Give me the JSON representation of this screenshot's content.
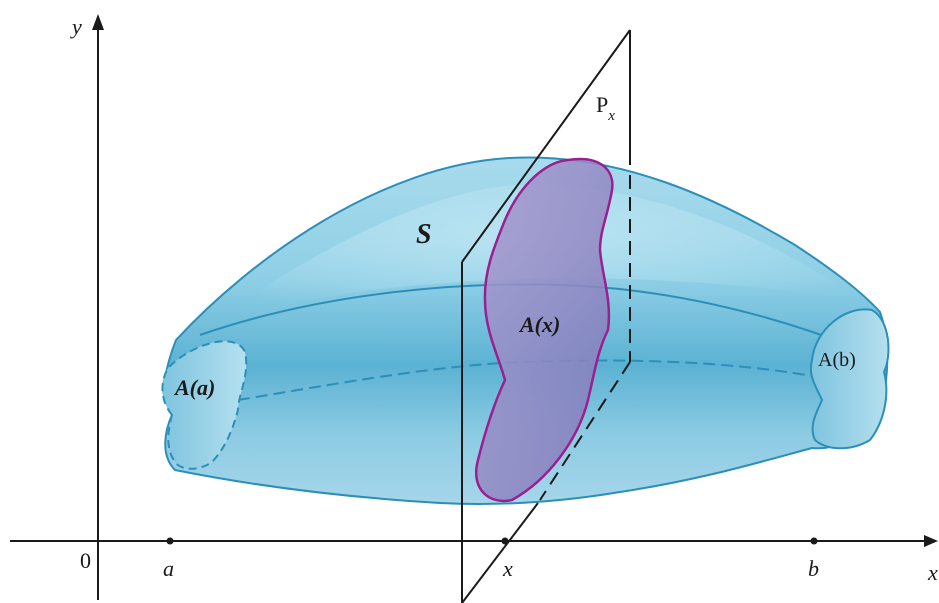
{
  "axes": {
    "y_label": "y",
    "x_label": "x",
    "origin_label": "0"
  },
  "points": {
    "a_label": "a",
    "x_label": "x",
    "b_label": "b"
  },
  "solid": {
    "name": "S"
  },
  "plane": {
    "label_main": "P",
    "label_sub": "x"
  },
  "cross_sections": {
    "left": "A(a)",
    "middle": "A(x)",
    "right": "A(b)"
  },
  "colors": {
    "solid_fill": "#8fcfe6",
    "solid_shadow": "#3f9bc0",
    "solid_outline": "#2b8fb8",
    "section_fill": "#9d8cc4",
    "section_outline": "#9b1f8f",
    "line": "#1a1a1a"
  }
}
